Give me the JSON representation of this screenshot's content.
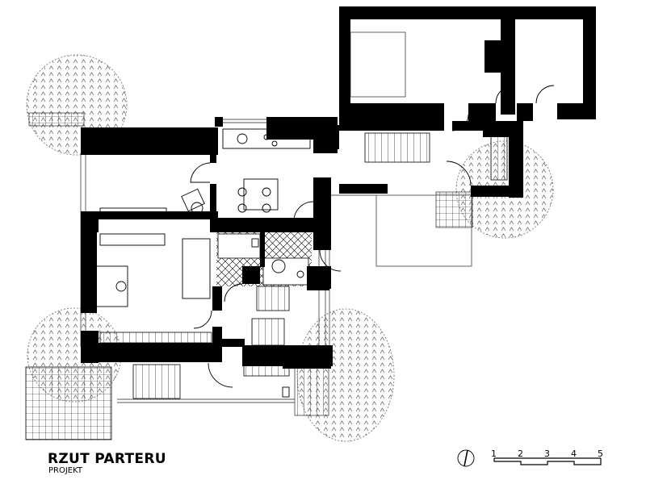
{
  "drawing": {
    "title": "RZUT PARTERU",
    "subtitle": "PROJEKT"
  },
  "scale_bar": {
    "ticks": [
      "1",
      "2",
      "3",
      "4",
      "5"
    ]
  },
  "north_arrow": {
    "icon": "north-arrow-icon"
  },
  "colors": {
    "wall": "#000000",
    "line": "#555555",
    "background": "#ffffff"
  }
}
